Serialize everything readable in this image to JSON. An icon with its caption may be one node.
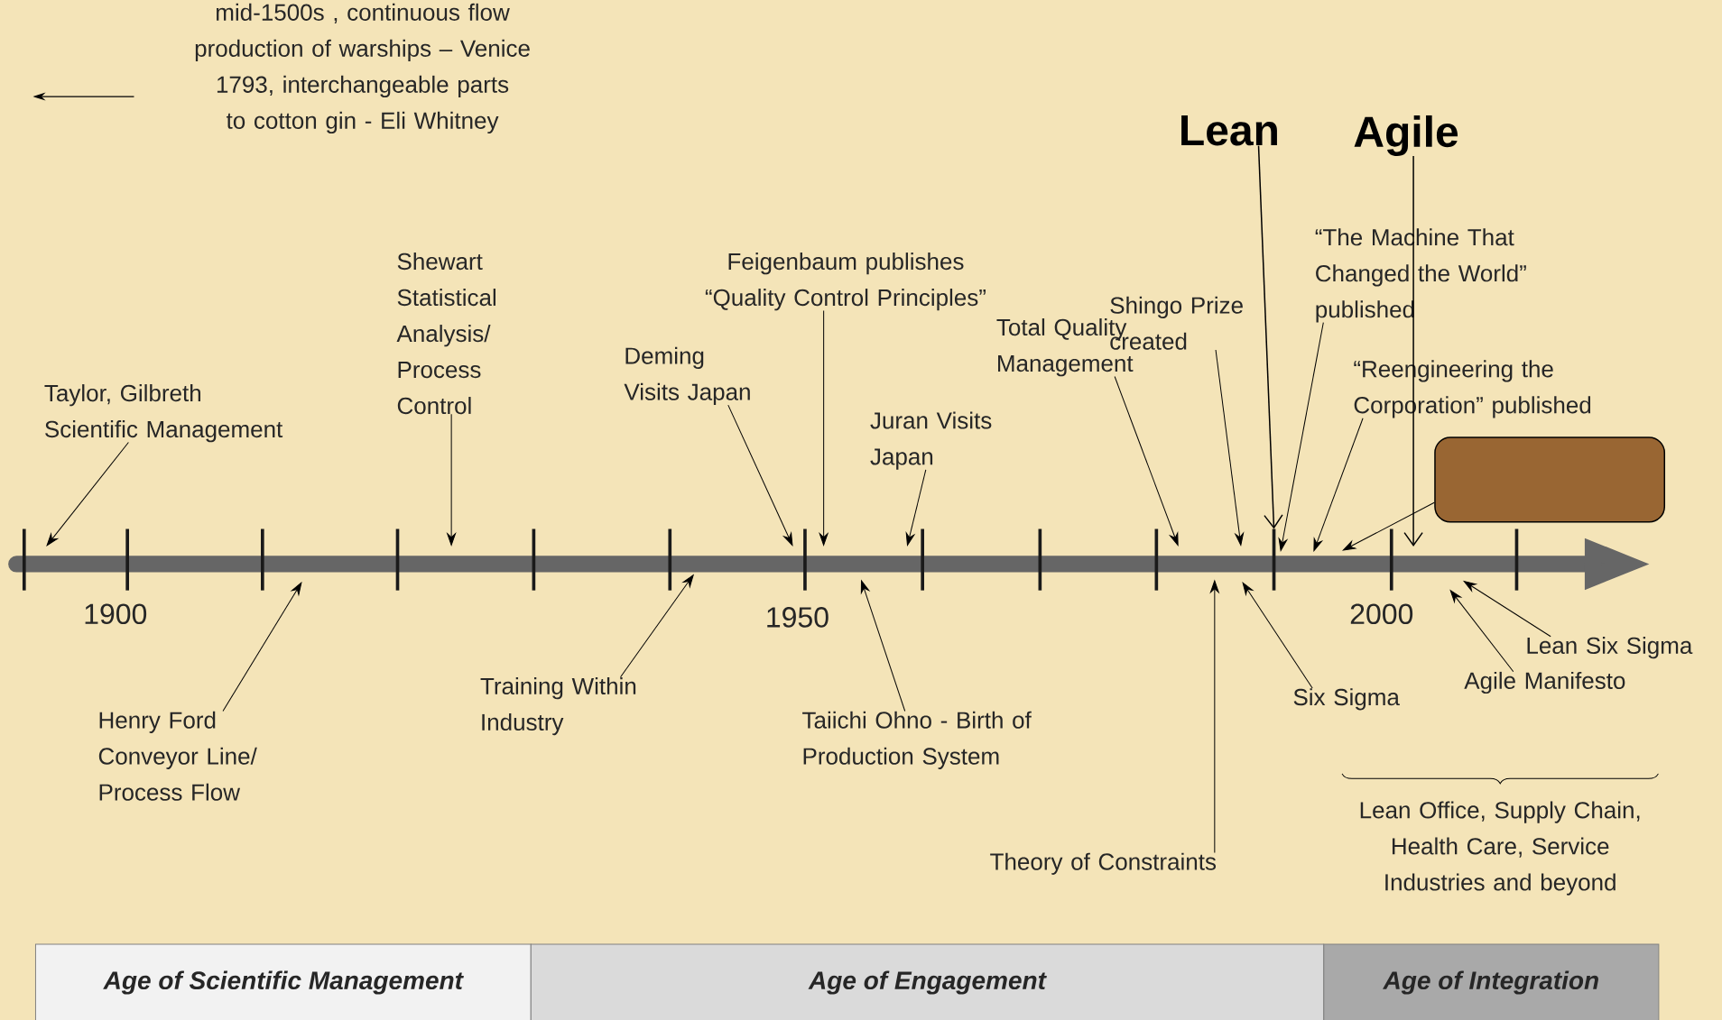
{
  "diagram": {
    "nodes": [
      {
        "text": [
          "mid-1500s , continuous flow production of warships – Venice",
          "1793, interchangeable parts to cotton gin - Eli Whitney"
        ]
      },
      {
        "text": [
          "Taylor, Gilbreth Scientific Management"
        ]
      },
      {
        "text": [
          "Shewart Statistical Analysis/ Process Control"
        ]
      },
      {
        "text": [
          "Deming Visits Japan"
        ]
      },
      {
        "text": [
          "Feigenbaum publishes “Quality Control Principles”"
        ]
      },
      {
        "text": [
          "Total Quality Management"
        ]
      },
      {
        "text": [
          "Juran Visits Japan"
        ]
      },
      {
        "text": [
          "Shingo Prize created"
        ]
      },
      {
        "text": [
          "Lean"
        ]
      },
      {
        "text": [
          "Agile"
        ]
      },
      {
        "text": [
          "“The Machine That Changed the World” published"
        ]
      },
      {
        "text": [
          "“Reengineering the Corporation” published"
        ]
      },
      {
        "text": [],
        "shape": "box"
      },
      {
        "text": [
          "Henry Ford Conveyor Line/ Process Flow"
        ]
      },
      {
        "text": [
          "Training Within Industry"
        ]
      },
      {
        "text": [
          "Taiichi Ohno - Birth of Production System"
        ]
      },
      {
        "text": [
          "Theory of Constraints"
        ]
      },
      {
        "text": [
          "Six Sigma"
        ]
      },
      {
        "text": [
          "Agile Manifesto"
        ]
      },
      {
        "text": [
          "Lean Six Sigma"
        ]
      },
      {
        "text": [
          "Age of Scientific Management"
        ]
      },
      {
        "text": [
          "Age of Engagement"
        ]
      },
      {
        "text": [
          "Age of Integration"
        ]
      }
    ],
    "edges": [
      {
        "from": 1,
        "to": null,
        "arrow": "to"
      },
      {
        "from": 2,
        "to": null,
        "arrow": "to"
      },
      {
        "from": 3,
        "to": null,
        "arrow": "to"
      },
      {
        "from": 4,
        "to": null,
        "arrow": "to"
      },
      {
        "from": 5,
        "to": null,
        "arrow": "to"
      },
      {
        "from": 6,
        "to": null,
        "arrow": "to"
      },
      {
        "from": 7,
        "to": null,
        "arrow": "to"
      },
      {
        "from": 8,
        "to": null,
        "arrow": "to"
      },
      {
        "from": 9,
        "to": null,
        "arrow": "to"
      },
      {
        "from": 10,
        "to": null,
        "arrow": "to"
      },
      {
        "from": 11,
        "to": null,
        "arrow": "to"
      },
      {
        "from": 12,
        "to": null,
        "arrow": "to"
      },
      {
        "from": 13,
        "to": null,
        "arrow": "to"
      },
      {
        "from": 14,
        "to": null,
        "arrow": "to"
      },
      {
        "from": 15,
        "to": null,
        "arrow": "to"
      },
      {
        "from": 16,
        "to": null,
        "arrow": "to"
      },
      {
        "from": 17,
        "to": null,
        "arrow": "to"
      },
      {
        "from": 18,
        "to": null,
        "arrow": "to"
      },
      {
        "from": 19,
        "to": null,
        "arrow": "to"
      }
    ],
    "labels": [
      "1900",
      "1950",
      "2000",
      "Lean Office, Supply Chain, Health Care, Service Industries and beyond"
    ]
  }
}
